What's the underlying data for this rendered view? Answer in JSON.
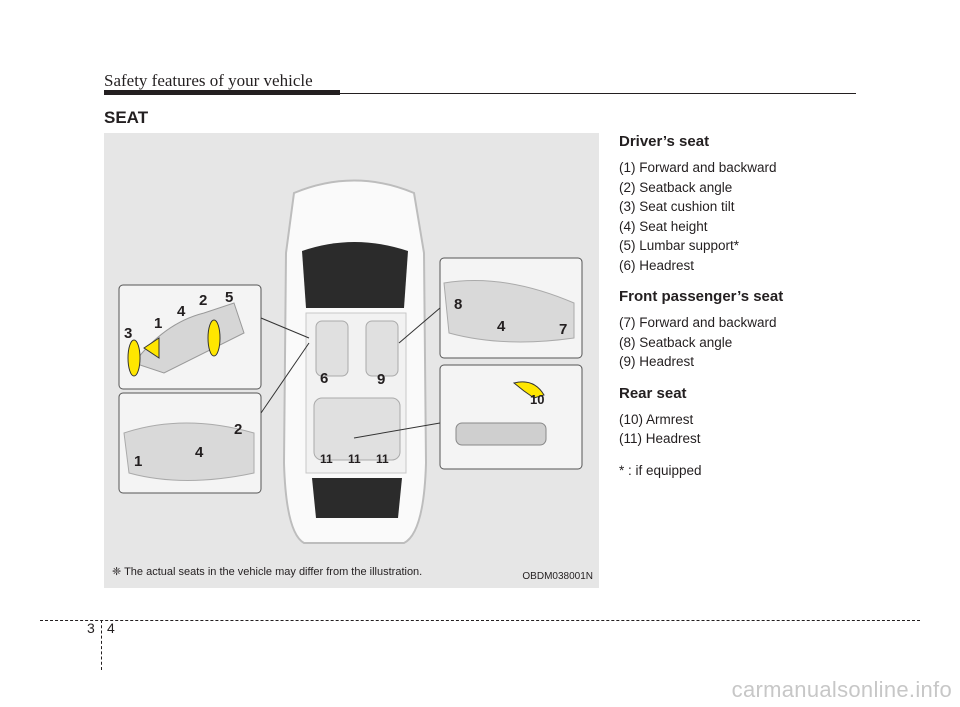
{
  "header": {
    "title": "Safety features of your vehicle"
  },
  "section": {
    "title": "SEAT"
  },
  "figure": {
    "note": "❈ The actual seats in the vehicle may differ from the illustration.",
    "code": "OBDM038001N",
    "labels": {
      "l1a": "1",
      "l2a": "2",
      "l3": "3",
      "l4a": "4",
      "l5": "5",
      "l1b": "1",
      "l2b": "2",
      "l4b": "4",
      "l6": "6",
      "l9": "9",
      "l11a": "11",
      "l11b": "11",
      "l11c": "11",
      "l8": "8",
      "l4c": "4",
      "l7": "7",
      "l10": "10"
    }
  },
  "driver": {
    "title": "Driver’s seat",
    "items": [
      "(1) Forward and backward",
      "(2) Seatback angle",
      "(3) Seat cushion tilt",
      "(4) Seat height",
      "(5) Lumbar support*",
      "(6) Headrest"
    ]
  },
  "passenger": {
    "title": "Front passenger’s seat",
    "items": [
      "(7) Forward and backward",
      "(8) Seatback angle",
      "(9) Headrest"
    ]
  },
  "rear": {
    "title": "Rear seat",
    "items": [
      "(10) Armrest",
      "(11) Headrest"
    ]
  },
  "footnote": "* : if equipped",
  "page": {
    "chapter": "3",
    "number": "4"
  },
  "watermark": "carmanualsonline.info"
}
